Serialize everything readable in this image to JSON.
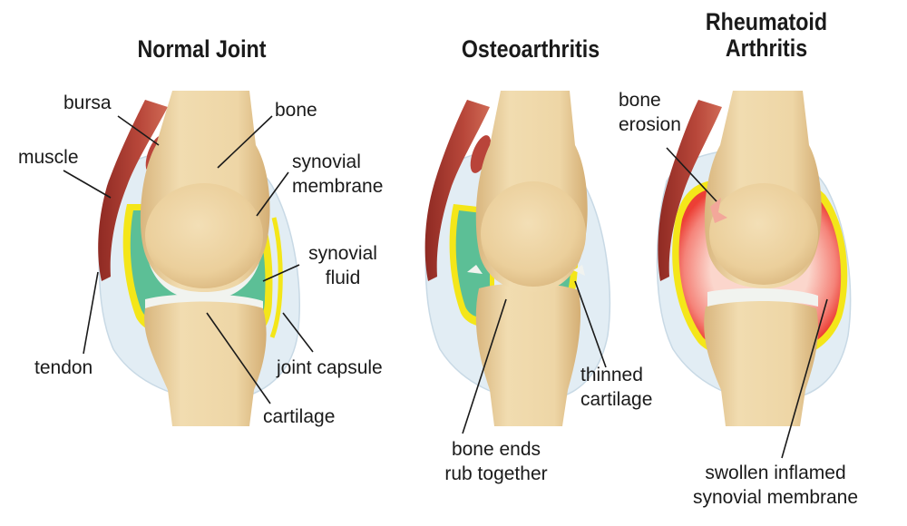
{
  "panels": [
    {
      "title": "Normal Joint",
      "labels": {
        "bursa": "bursa",
        "bone": "bone",
        "muscle": "muscle",
        "synovial_membrane": "synovial\nmembrane",
        "synovial_fluid": "synovial\nfluid",
        "tendon": "tendon",
        "joint_capsule": "joint capsule",
        "cartilage": "cartilage"
      }
    },
    {
      "title": "Osteoarthritis",
      "labels": {
        "thinned_cartilage": "thinned\ncartilage",
        "bone_ends_rub": "bone ends\nrub together"
      }
    },
    {
      "title": "Rheumatoid\nArthritis",
      "labels": {
        "bone_erosion": "bone\nerosion",
        "swollen_membrane": "swollen inflamed\nsynovial membrane"
      }
    }
  ],
  "colors": {
    "bone": "#edd4a5",
    "bone_shadow": "#d7b47c",
    "muscle": "#a8382f",
    "capsule": "#dde9f1",
    "synovial_fluid": "#5cbf96",
    "membrane_yellow": "#f4e619",
    "inflamed_red": "#ef4a3f",
    "inflamed_pink": "#f7b4a8",
    "cartilage": "#f1f3ef"
  }
}
